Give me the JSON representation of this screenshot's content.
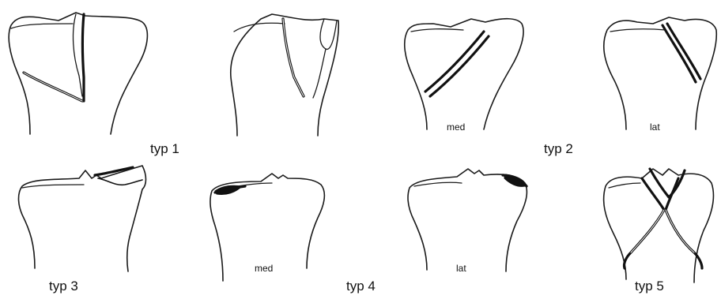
{
  "labels": {
    "typ1": "typ 1",
    "typ2": "typ 2",
    "typ3": "typ 3",
    "typ4": "typ 4",
    "typ5": "typ 5",
    "typ2_med": "med",
    "typ2_lat": "lat",
    "typ4_med": "med",
    "typ4_lat": "lat"
  }
}
